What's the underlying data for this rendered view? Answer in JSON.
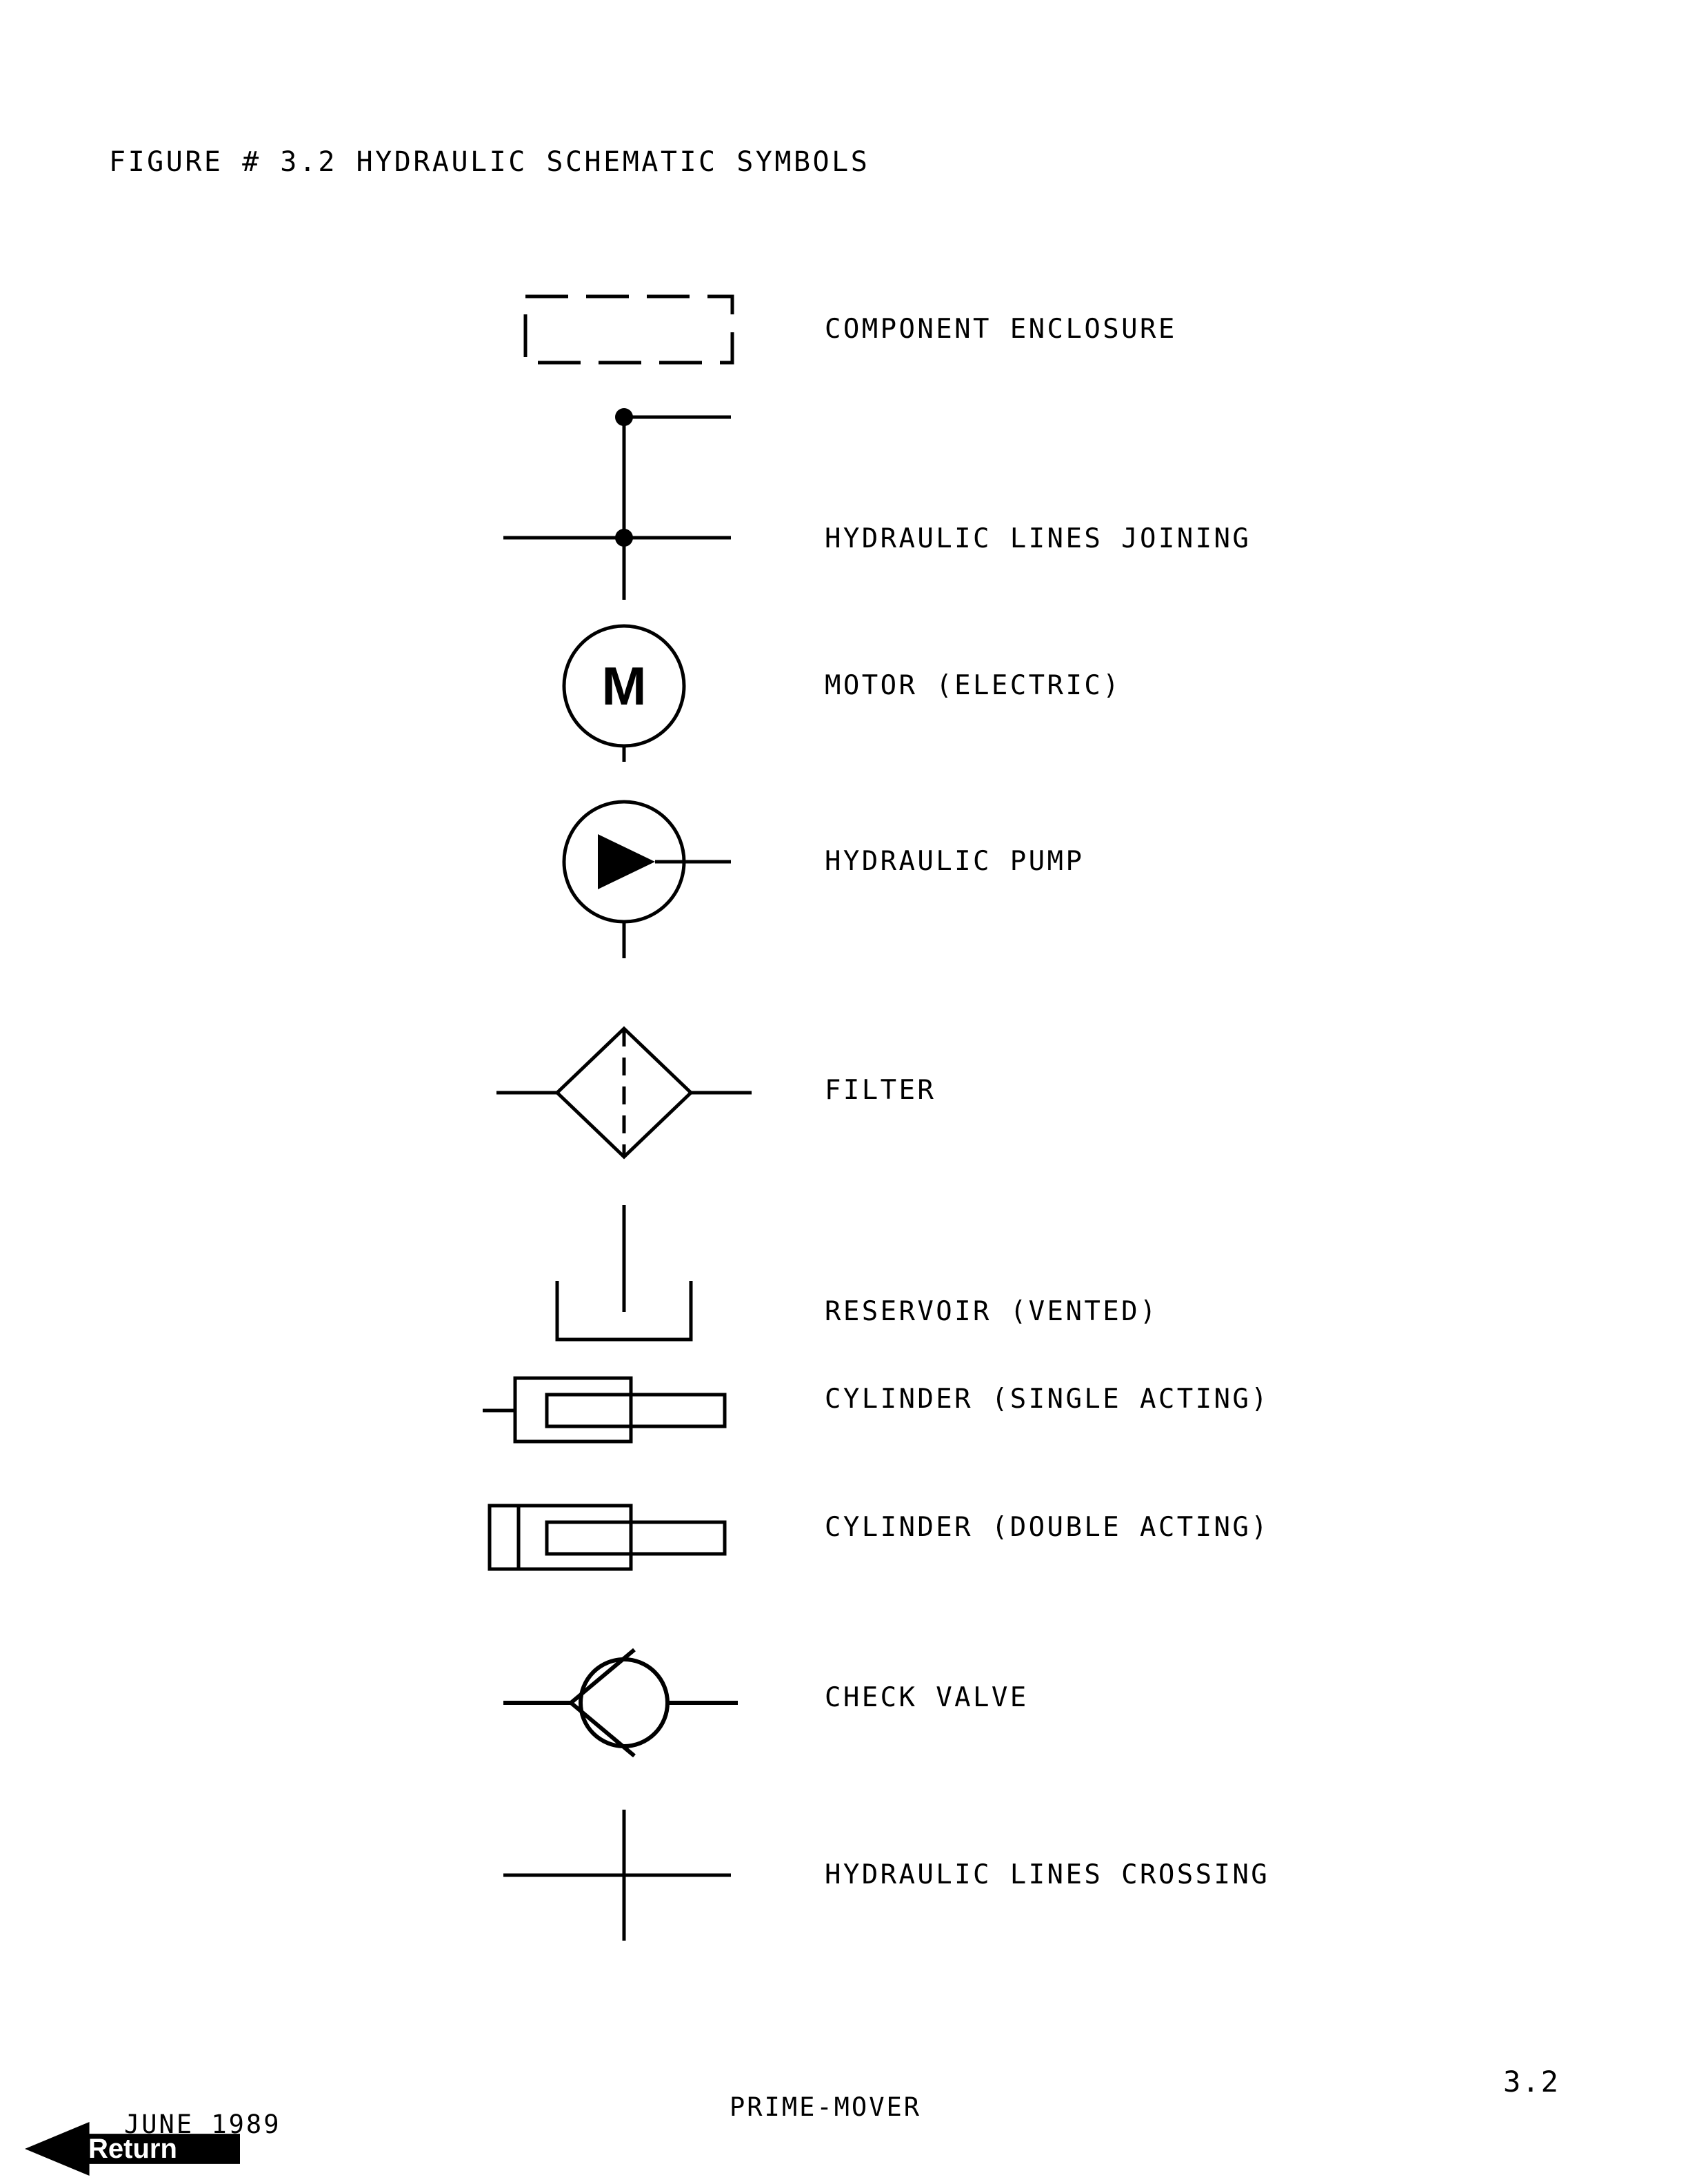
{
  "title": "FIGURE # 3.2 HYDRAULIC SCHEMATIC SYMBOLS",
  "colors": {
    "ink": "#000000",
    "paper": "#ffffff"
  },
  "symbols": [
    {
      "id": "component-enclosure",
      "label": "COMPONENT ENCLOSURE",
      "icon": "dashed-rectangle-icon"
    },
    {
      "id": "hydraulic-lines-joining",
      "label": "HYDRAULIC LINES JOINING",
      "icon": "line-junction-dot-icon"
    },
    {
      "id": "motor-electric",
      "label": "MOTOR (ELECTRIC)",
      "icon": "circle-m-icon",
      "glyph": "M"
    },
    {
      "id": "hydraulic-pump",
      "label": "HYDRAULIC PUMP",
      "icon": "circle-triangle-pump-icon"
    },
    {
      "id": "filter",
      "label": "FILTER",
      "icon": "diamond-dashed-filter-icon"
    },
    {
      "id": "reservoir-vented",
      "label": "RESERVOIR (VENTED)",
      "icon": "open-tank-icon"
    },
    {
      "id": "cylinder-single-acting",
      "label": "CYLINDER (SINGLE ACTING)",
      "icon": "single-acting-cylinder-icon"
    },
    {
      "id": "cylinder-double-acting",
      "label": "CYLINDER (DOUBLE ACTING)",
      "icon": "double-acting-cylinder-icon"
    },
    {
      "id": "check-valve",
      "label": "CHECK VALVE",
      "icon": "ball-check-valve-icon"
    },
    {
      "id": "hydraulic-lines-crossing",
      "label": "HYDRAULIC LINES CROSSING",
      "icon": "line-crossing-icon"
    }
  ],
  "footer": {
    "date": "JUNE 1989",
    "center": "PRIME-MOVER",
    "page": "3.2",
    "return_label": "Return"
  }
}
